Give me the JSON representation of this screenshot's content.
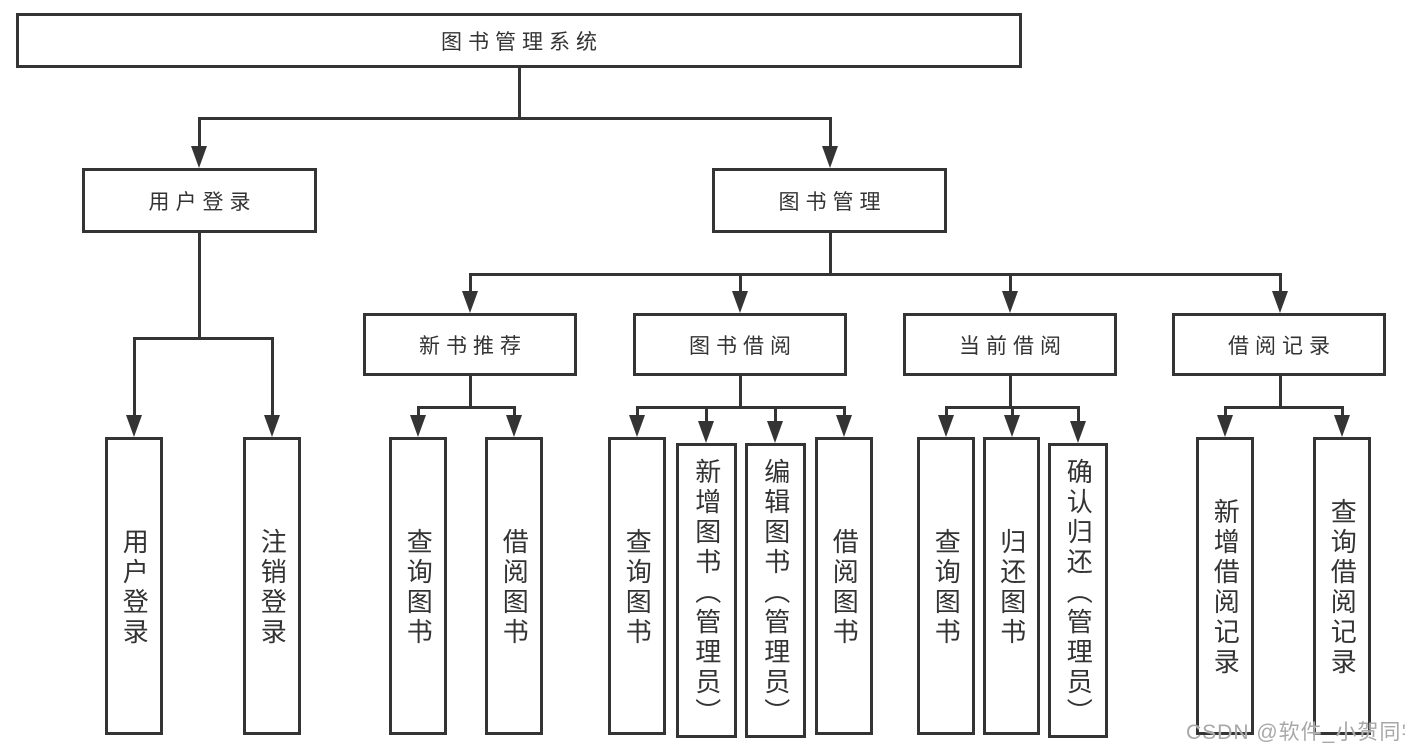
{
  "title": "图书管理系统",
  "level2": {
    "left": "用户登录",
    "right": "图书管理"
  },
  "level3": [
    "新书推荐",
    "图书借阅",
    "当前借阅",
    "借阅记录"
  ],
  "leafGroups": {
    "userLogin": [
      "用户登录",
      "注销登录"
    ],
    "newBooks": [
      "查询图书",
      "借阅图书"
    ],
    "borrow": [
      "查询图书",
      "新增图书（管理员）",
      "编辑图书（管理员）",
      "借阅图书"
    ],
    "current": [
      "查询图书",
      "归还图书",
      "确认归还（管理员）"
    ],
    "records": [
      "新增借阅记录",
      "查询借阅记录"
    ]
  },
  "watermark": "CSDN @软件_小贺同学",
  "colors": {
    "line": "#343434",
    "text": "#333333",
    "background": "#ffffff",
    "watermark": "#a8a8a8"
  }
}
